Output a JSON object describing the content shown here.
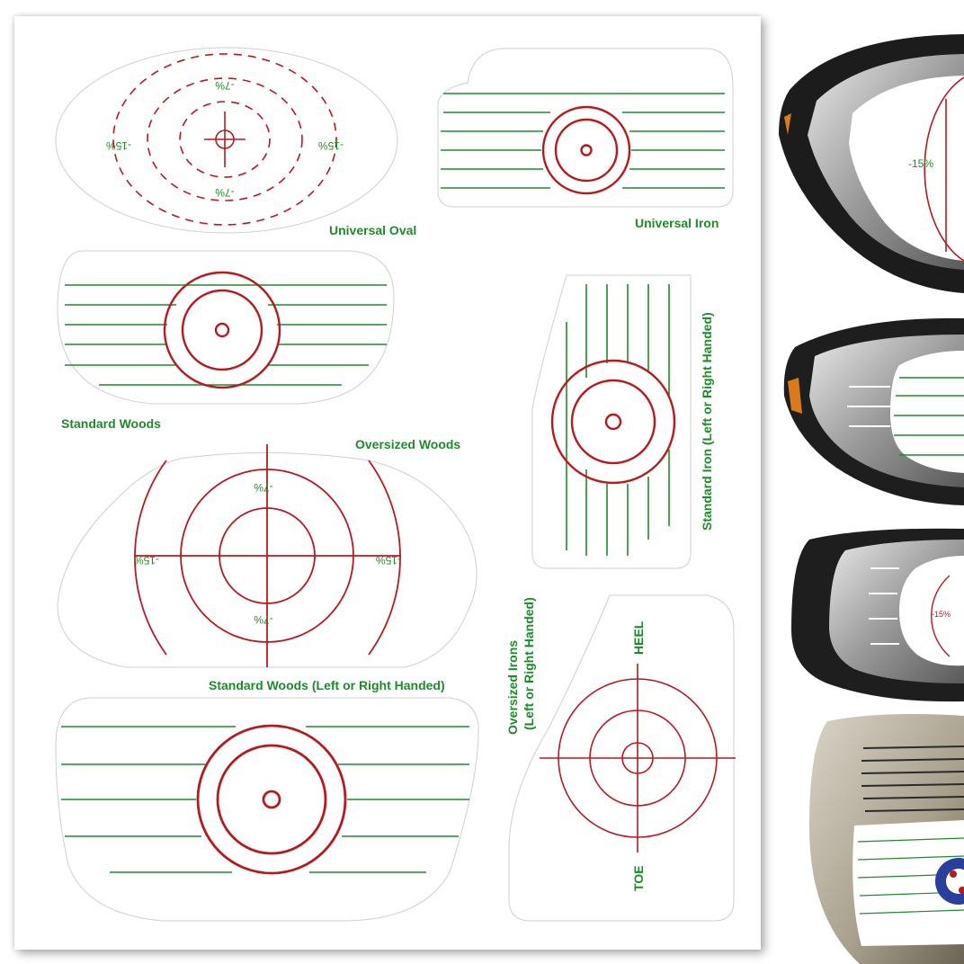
{
  "labels": {
    "universal_oval": "Universal Oval",
    "universal_iron": "Universal Iron",
    "standard_woods": "Standard Woods",
    "oversized_woods": "Oversized Woods",
    "standard_iron_lr": "Standard Iron (Left or Right Handed)",
    "standard_woods_lr": "Standard Woods (Left or Right Handed)",
    "oversized_irons_line1": "Oversized Irons",
    "oversized_irons_line2": "(Left or Right Handed)",
    "heel": "HEEL",
    "toe": "TOE"
  },
  "percent_marks": {
    "seven": "-7%",
    "fifteen": "-15%",
    "fifteen_small": "-15%"
  },
  "colors": {
    "target_red": "#b8191c",
    "line_green": "#1f8a2a",
    "outline_gray": "#c9c9c9"
  }
}
